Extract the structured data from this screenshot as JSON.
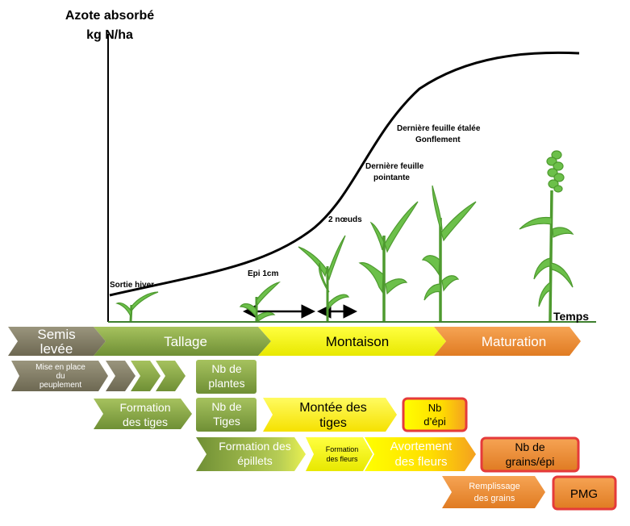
{
  "graph": {
    "y_title_line1": "Azote absorbé",
    "y_title_line2": "kg N/ha",
    "x_title": "Temps",
    "curve_label": "Azote absorbé",
    "stages": {
      "sortie_hiver": "Sortie hiver",
      "epi_1cm": "Epi 1cm",
      "deux_noeuds": "2 nœuds",
      "derniere_pointante_1": "Dernière feuille",
      "derniere_pointante_2": "pointante",
      "derniere_etalee_1": "Dernière feuille étalée",
      "derniere_etalee_2": "Gonflement"
    }
  },
  "phases": {
    "semis_1": "Semis",
    "semis_2": "levée",
    "tallage": "Tallage",
    "montaison": "Montaison",
    "maturation": "Maturation"
  },
  "components": {
    "mise_en_place_1": "Mise en place",
    "mise_en_place_2": "du",
    "mise_en_place_3": "peuplement",
    "nb_plantes_1": "Nb de",
    "nb_plantes_2": "plantes",
    "formation_tiges_1": "Formation",
    "formation_tiges_2": "des tiges",
    "nb_tiges_1": "Nb de",
    "nb_tiges_2": "Tiges",
    "montee_tiges_1": "Montée des",
    "montee_tiges_2": "tiges",
    "nb_epi_1": "Nb",
    "nb_epi_2": "d’épi",
    "formation_epillets_1": "Formation des",
    "formation_epillets_2": "épillets",
    "formation_fleurs_1": "Formation",
    "formation_fleurs_2": "des fleurs",
    "avortement_1": "Avortement",
    "avortement_2": "des fleurs",
    "nb_grains_1": "Nb de",
    "nb_grains_2": "grains/épi",
    "remplissage_1": "Remplissage",
    "remplissage_2": "des grains",
    "pmg": "PMG"
  },
  "colors": {
    "dark_olive": "#7f7a62",
    "green": "#87a64a",
    "yellow": "#ffff00",
    "orange": "#f0913a",
    "red_border": "#e53a3a",
    "plant": "#6cc04a"
  }
}
